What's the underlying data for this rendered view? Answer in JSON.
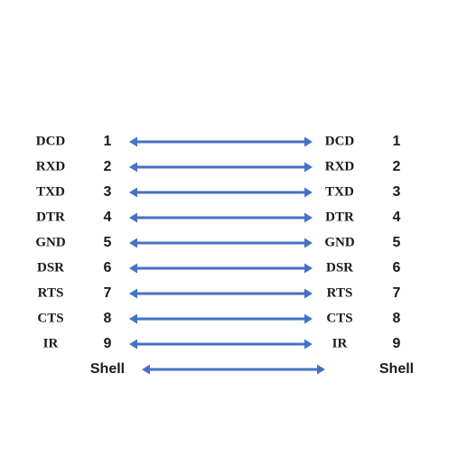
{
  "colors": {
    "arrow": "#4472c4",
    "text": "#1a1a1a"
  },
  "rows": [
    {
      "left_signal": "DCD",
      "left_pin": "1",
      "right_signal": "DCD",
      "right_pin": "1"
    },
    {
      "left_signal": "RXD",
      "left_pin": "2",
      "right_signal": "RXD",
      "right_pin": "2"
    },
    {
      "left_signal": "TXD",
      "left_pin": "3",
      "right_signal": "TXD",
      "right_pin": "3"
    },
    {
      "left_signal": "DTR",
      "left_pin": "4",
      "right_signal": "DTR",
      "right_pin": "4"
    },
    {
      "left_signal": "GND",
      "left_pin": "5",
      "right_signal": "GND",
      "right_pin": "5"
    },
    {
      "left_signal": "DSR",
      "left_pin": "6",
      "right_signal": "DSR",
      "right_pin": "6"
    },
    {
      "left_signal": "RTS",
      "left_pin": "7",
      "right_signal": "RTS",
      "right_pin": "7"
    },
    {
      "left_signal": "CTS",
      "left_pin": "8",
      "right_signal": "CTS",
      "right_pin": "8"
    },
    {
      "left_signal": "IR",
      "left_pin": "9",
      "right_signal": "IR",
      "right_pin": "9"
    }
  ],
  "shell": {
    "left_label": "Shell",
    "right_label": "Shell"
  }
}
